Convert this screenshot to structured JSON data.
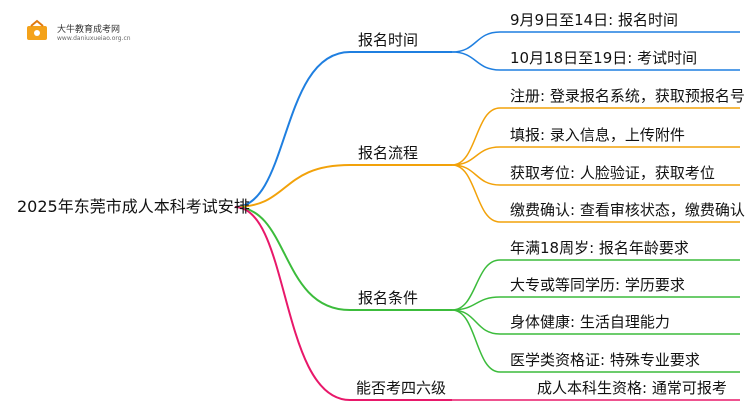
{
  "logo": {
    "name": "大牛教育成考网",
    "url": "www.daniuxueiao.org.cn"
  },
  "root": "2025年东莞市成人本科考试安排",
  "branches": [
    {
      "label": "报名时间",
      "color": "#1f7fe0",
      "leaves": [
        "9月9日至14日: 报名时间",
        "10月18日至19日: 考试时间"
      ]
    },
    {
      "label": "报名流程",
      "color": "#f2a20a",
      "leaves": [
        "注册: 登录报名系统，获取预报名号",
        "填报: 录入信息，上传附件",
        "获取考位: 人脸验证，获取考位",
        "缴费确认: 查看审核状态，缴费确认"
      ]
    },
    {
      "label": "报名条件",
      "color": "#3cbc3c",
      "leaves": [
        "年满18周岁: 报名年龄要求",
        "大专或等同学历: 学历要求",
        "身体健康: 生活自理能力",
        "医学类资格证: 特殊专业要求"
      ]
    },
    {
      "label": "能否考四六级",
      "color": "#e8186a",
      "leaves": [
        "成人本科生资格: 通常可报考"
      ]
    }
  ]
}
